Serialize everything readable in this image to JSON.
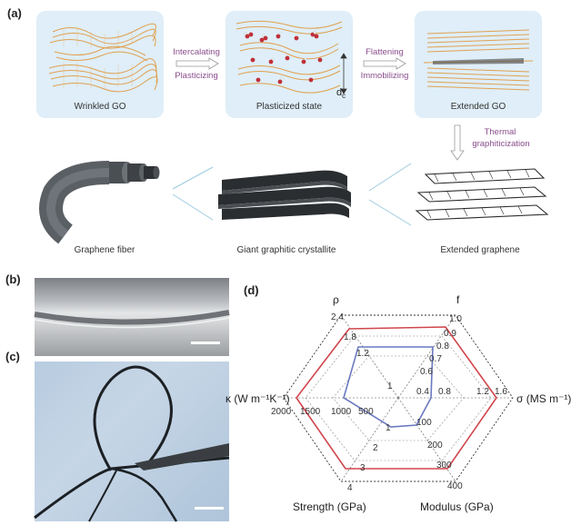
{
  "panels": {
    "a": "(a)",
    "b": "(b)",
    "c": "(c)",
    "d": "(d)"
  },
  "top_row": {
    "box1_label": "Wrinkled GO",
    "box2_label": "Plasticized state",
    "box3_label": "Extended GO",
    "arrow1_top": "Intercalating",
    "arrow1_bottom": "Plasticizing",
    "arrow2_top": "Flattening",
    "arrow2_bottom": "Immobilizing",
    "dc_label": "d",
    "dc_sub": "c",
    "down_arrow_line1": "Thermal",
    "down_arrow_line2": "graphiticization"
  },
  "bottom_row": {
    "fiber": "Graphene fiber",
    "crystallite": "Giant graphitic crystallite",
    "extended": "Extended graphene"
  },
  "radar": {
    "axes": [
      {
        "name": "ρ",
        "ticks": [
          "1",
          "1.2",
          "1.8",
          "2.4"
        ]
      },
      {
        "name": "f",
        "ticks": [
          "0.6",
          "0.7",
          "0.8",
          "0.9",
          "1.0"
        ]
      },
      {
        "name": "σ (MS m⁻¹)",
        "ticks": [
          "0.4",
          "0.8",
          "1.2",
          "1.6"
        ]
      },
      {
        "name": "Modulus (GPa)",
        "ticks": [
          "100",
          "200",
          "300",
          "400"
        ]
      },
      {
        "name": "Strength (GPa)",
        "ticks": [
          "1",
          "2",
          "3",
          "4"
        ]
      },
      {
        "name": "κ (W m⁻¹K⁻¹)",
        "ticks": [
          "500",
          "1000",
          "1500",
          "2000"
        ]
      }
    ],
    "colors": {
      "red": "#d0454c",
      "blue": "#6a78c0",
      "grid": "#555555"
    }
  },
  "colors": {
    "box_bg": "#dfeef8",
    "go_orange": "#e0a050",
    "accent_purple": "#8a4d8c",
    "fiber_gray": "#555b60"
  }
}
